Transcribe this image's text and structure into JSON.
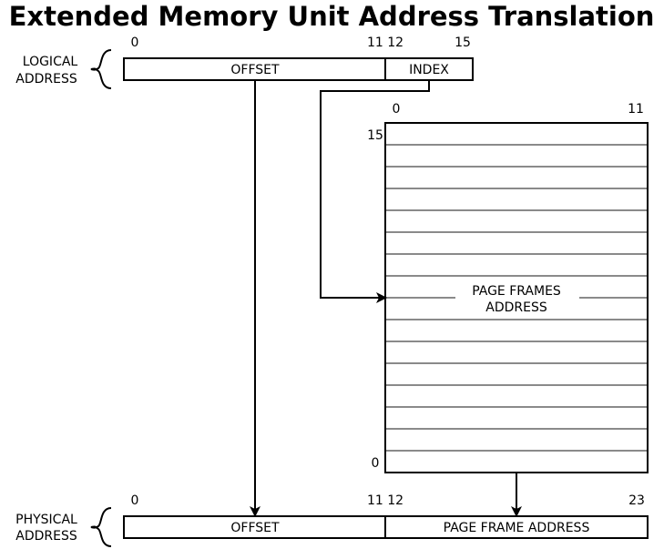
{
  "title": "Extended Memory Unit Address Translation",
  "logical": {
    "label_line1": "LOGICAL",
    "label_line2": "ADDRESS",
    "offset_label": "OFFSET",
    "index_label": "INDEX",
    "bit_0": "0",
    "bit_11_12": "11 12",
    "bit_15": "15"
  },
  "page_table": {
    "label_line1": "PAGE FRAMES",
    "label_line2": "ADDRESS",
    "col_start": "0",
    "col_end": "11",
    "row_top": "15",
    "row_bottom": "0"
  },
  "physical": {
    "label_line1": "PHYSICAL",
    "label_line2": "ADDRESS",
    "offset_label": "OFFSET",
    "page_frame_label": "PAGE FRAME ADDRESS",
    "bit_0": "0",
    "bit_11_12": "11 12",
    "bit_23": "23"
  }
}
